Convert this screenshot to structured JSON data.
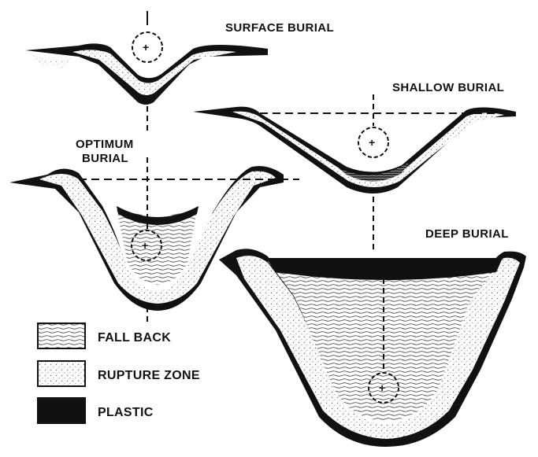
{
  "diagram": {
    "labels": {
      "surface": "SURFACE BURIAL",
      "shallow": "SHALLOW BURIAL",
      "optimum_line1": "OPTIMUM",
      "optimum_line2": "BURIAL",
      "deep": "DEEP BURIAL"
    },
    "legend": [
      {
        "label": "FALL BACK"
      },
      {
        "label": "RUPTURE ZONE"
      },
      {
        "label": "PLASTIC"
      }
    ],
    "colors": {
      "ink": "#111111",
      "paper": "#ffffff",
      "stipple": "#7a7a7a"
    }
  }
}
